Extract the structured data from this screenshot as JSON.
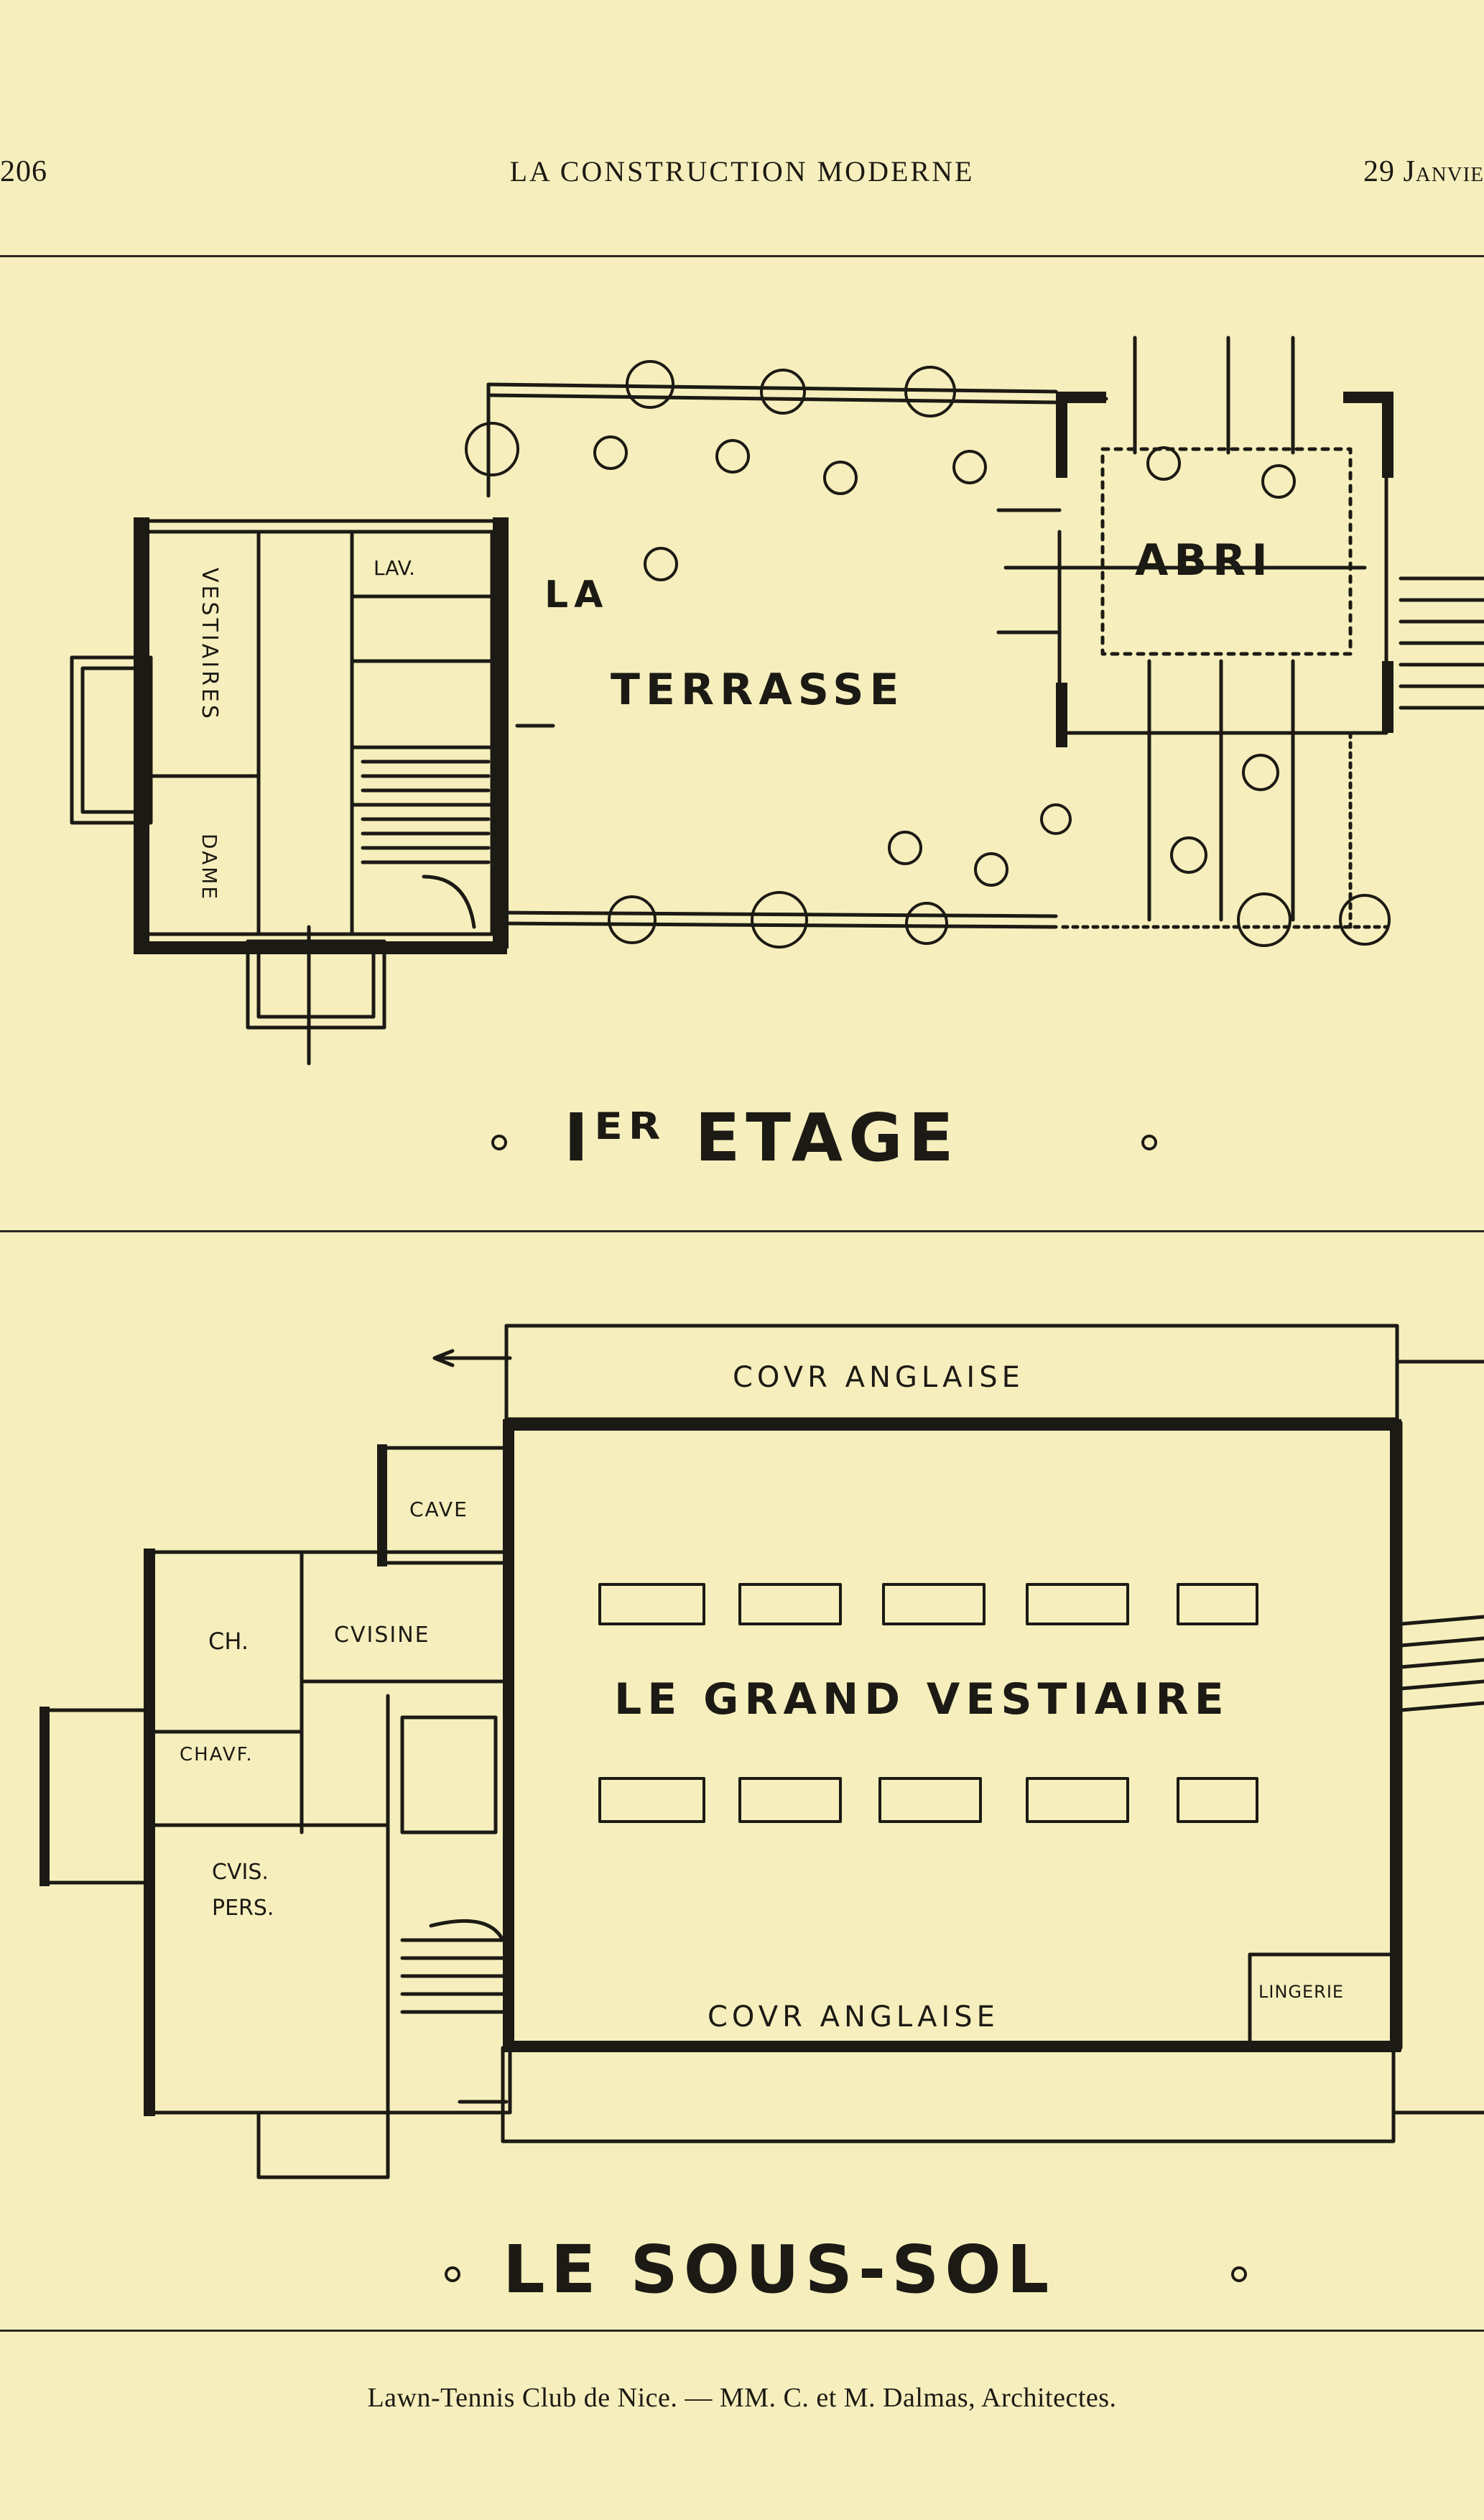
{
  "header": {
    "page_number": "206",
    "journal_title": "LA CONSTRUCTION MODERNE",
    "date_fragment": "29 Janvie"
  },
  "upper_plan": {
    "rooms": {
      "terrasse_1": "LA",
      "terrasse_2": "TERRASSE",
      "abri": "ABRI",
      "vestiaires": "VESTIAIRES",
      "dame": "DAME",
      "lav": "LAV."
    },
    "title": "Iᴱᴿ ETAGE"
  },
  "lower_plan": {
    "rooms": {
      "cour_top": "COVR ANGLAISE",
      "cour_bottom": "COVR ANGLAISE",
      "cave": "CAVE",
      "ch": "CH.",
      "cuisine": "CVISINE",
      "chauf": "CHAVF.",
      "cuis_pers_1": "CVIS.",
      "cuis_pers_2": "PERS.",
      "grand_vestiaire": "LE GRAND VESTIAIRE",
      "lingerie": "LINGERIE"
    },
    "title": "LE SOUS-SOL"
  },
  "caption": "Lawn-Tennis Club de Nice. — MM. C. et M. Dalmas, Architectes."
}
